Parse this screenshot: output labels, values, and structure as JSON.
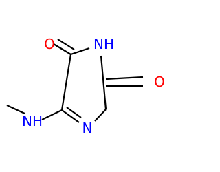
{
  "molecule": {
    "atoms": {
      "o_top": {
        "symbol": "O",
        "color": "#ff0000"
      },
      "nh_top": {
        "symbol": "NH",
        "color": "#0000ff"
      },
      "o_right": {
        "symbol": "O",
        "color": "#ff0000"
      },
      "n_ring": {
        "symbol": "N",
        "color": "#0000ff"
      },
      "nh_left": {
        "symbol": "NH",
        "color": "#0000ff"
      }
    },
    "bond_color": "#000000"
  }
}
